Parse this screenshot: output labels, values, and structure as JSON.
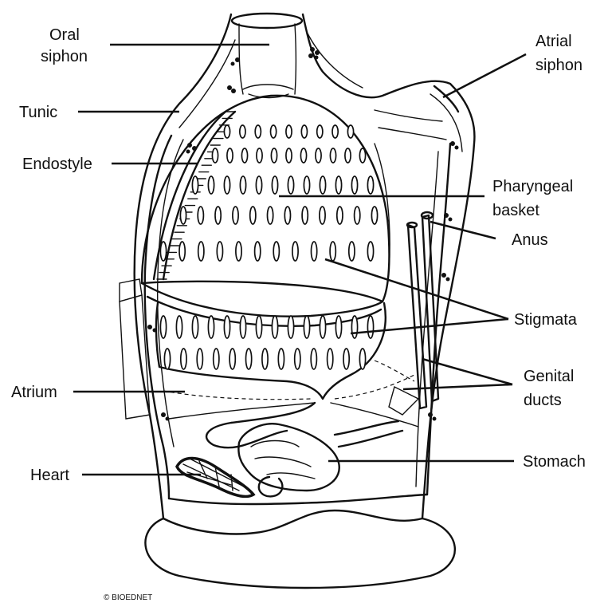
{
  "labels": {
    "oral_siphon_1": "Oral",
    "oral_siphon_2": "siphon",
    "atrial_siphon_1": "Atrial",
    "atrial_siphon_2": "siphon",
    "tunic": "Tunic",
    "endostyle": "Endostyle",
    "pharyngeal_basket_1": "Pharyngeal",
    "pharyngeal_basket_2": "basket",
    "anus": "Anus",
    "stigmata": "Stigmata",
    "genital_ducts_1": "Genital",
    "genital_ducts_2": "ducts",
    "atrium": "Atrium",
    "heart": "Heart",
    "stomach": "Stomach"
  },
  "credit": "© BIOEDNET"
}
